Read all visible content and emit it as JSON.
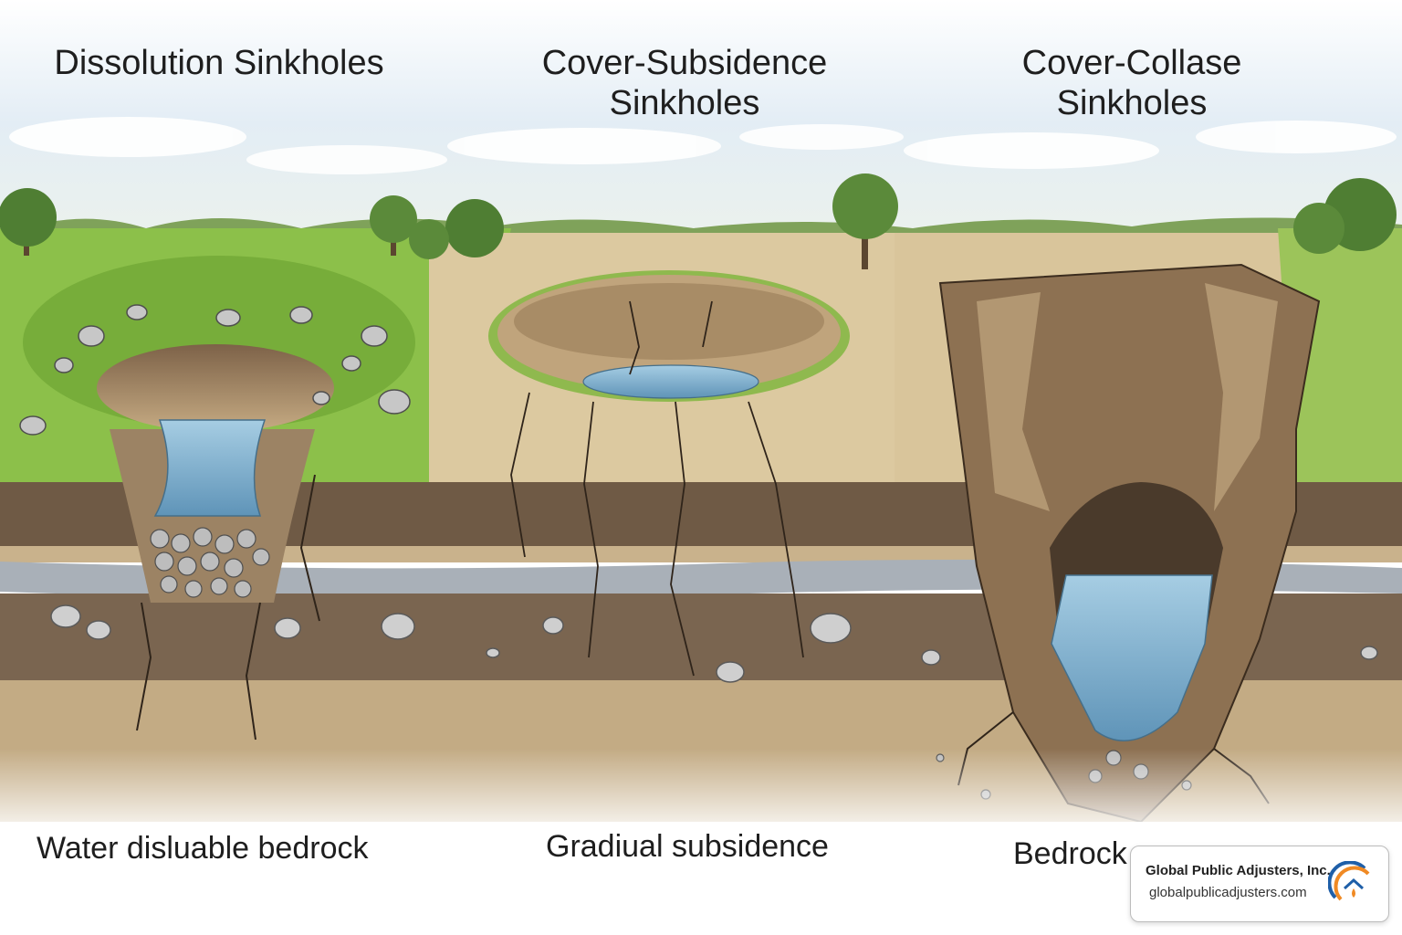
{
  "titles": {
    "dissolution": "Dissolution Sinkholes",
    "cover_subsidence": "Cover-Subsidence\nSinkholes",
    "cover_collapse": "Cover-Collase\nSinkholes"
  },
  "captions": {
    "dissolution": "Water disluable bedrock",
    "cover_subsidence": "Gradiual subsidence",
    "cover_collapse": "Bedrock"
  },
  "badge": {
    "company": "Global Public Adjusters, Inc.",
    "url": "globalpublicadjusters.com",
    "logo_icon": "house-droplet-logo-icon"
  },
  "colors": {
    "sky": "#dfe9f1",
    "grass": "#8cc04a",
    "dry_ground": "#dcc9a0",
    "soil": "#7a6550",
    "clay": "#b9a27f",
    "gravel_band": "#a9b0b8",
    "water": "#7fb1cf",
    "accent_orange": "#f08a24",
    "accent_blue": "#1f5fa8"
  }
}
